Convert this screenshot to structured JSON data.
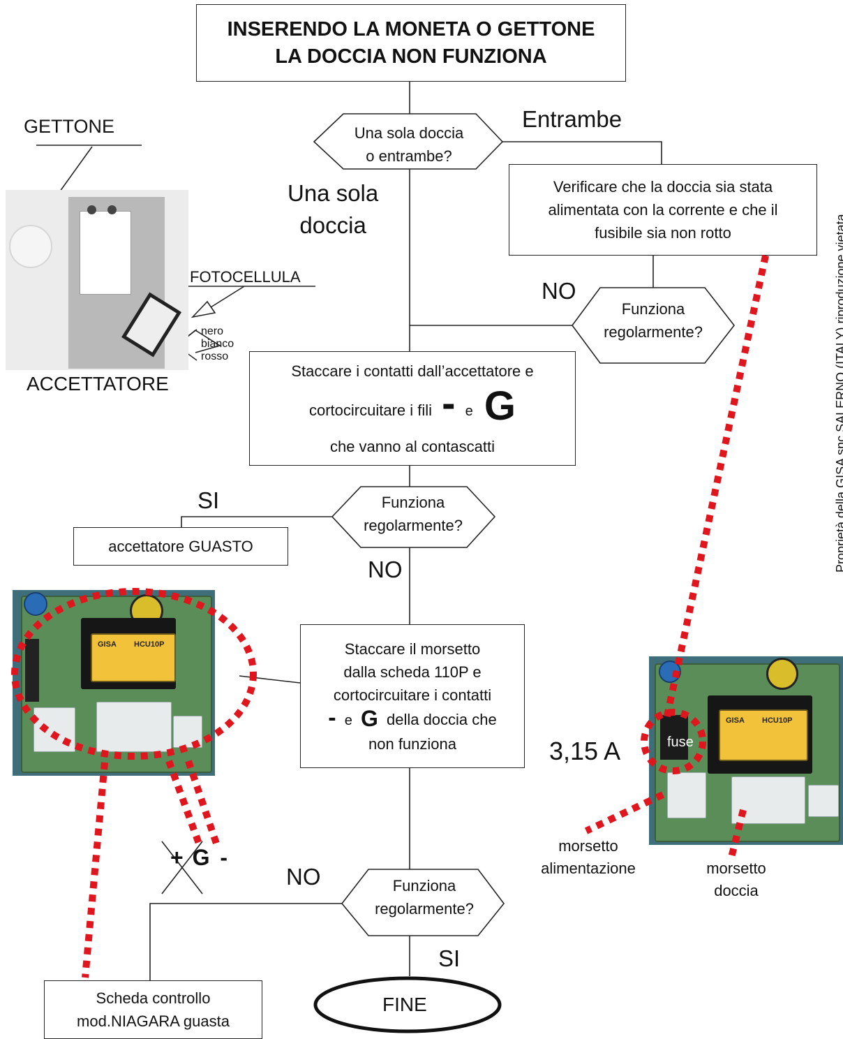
{
  "title": {
    "line1": "INSERENDO  LA  MONETA O GETTONE",
    "line2": "LA DOCCIA NON FUNZIONA"
  },
  "decision1": {
    "line1": "Una sola doccia",
    "line2": "o entrambe?"
  },
  "branch_entrambe": "Entrambe",
  "branch_una_sola": {
    "line1": "Una sola",
    "line2": "doccia"
  },
  "box_verificare": {
    "line1": "Verificare che la doccia sia stata",
    "line2": "alimentata con la corrente e che il",
    "line3": "fusibile sia non rotto"
  },
  "label_no_1": "NO",
  "decision2": {
    "line1": "Funziona",
    "line2": "regolarmente?"
  },
  "box_staccare": {
    "line1": "Staccare i contatti  dall’accettatore e",
    "line2_prefix": "cortocircuitare i fili",
    "minus": "-",
    "e": "e",
    "g": "G",
    "line3": "che vanno al contascatti"
  },
  "label_si_1": "SI",
  "decision3": {
    "line1": "Funziona",
    "line2": "regolarmente?"
  },
  "box_guasto": "accettatore GUASTO",
  "label_no_2": "NO",
  "box_morsetto": {
    "line1": "Staccare il morsetto",
    "line2": "dalla scheda 110P e",
    "line3": "cortocircuitare i contatti",
    "minus": "-",
    "e": "e",
    "g": "G",
    "line4_suffix": "della doccia che",
    "line5": "non funziona"
  },
  "label_no_3": "NO",
  "decision4": {
    "line1": "Funziona",
    "line2": "regolarmente?"
  },
  "label_si_2": "SI",
  "end": "FINE",
  "box_scheda": {
    "line1": "Scheda controllo",
    "line2": "mod.NIAGARA guasta"
  },
  "gettone_label": "GETTONE",
  "fotocellula_label": "FOTOCELLULA",
  "wires": {
    "nero": "nero",
    "bianco": "bianco",
    "rosso": "rosso"
  },
  "accettatore_label": "ACCETTATORE",
  "terminals_label": {
    "plus": "+",
    "g": "G",
    "minus": "-"
  },
  "fuse_rating": "3,15 A",
  "fuse_label": "fuse",
  "morsetto_alimentazione": {
    "line1": "morsetto",
    "line2": "alimentazione"
  },
  "morsetto_doccia": {
    "line1": "morsetto",
    "line2": "doccia"
  },
  "copyright": "Proprietà della GISA snc SALERNO (ITALY) riproduzione vietata",
  "board_brand": "GISA",
  "board_model": "HCU10P",
  "colors": {
    "dotted_red": "#e0161e",
    "line": "#222222",
    "pcb_green": "#5b8d58",
    "relay_yellow": "#f2c23a"
  }
}
